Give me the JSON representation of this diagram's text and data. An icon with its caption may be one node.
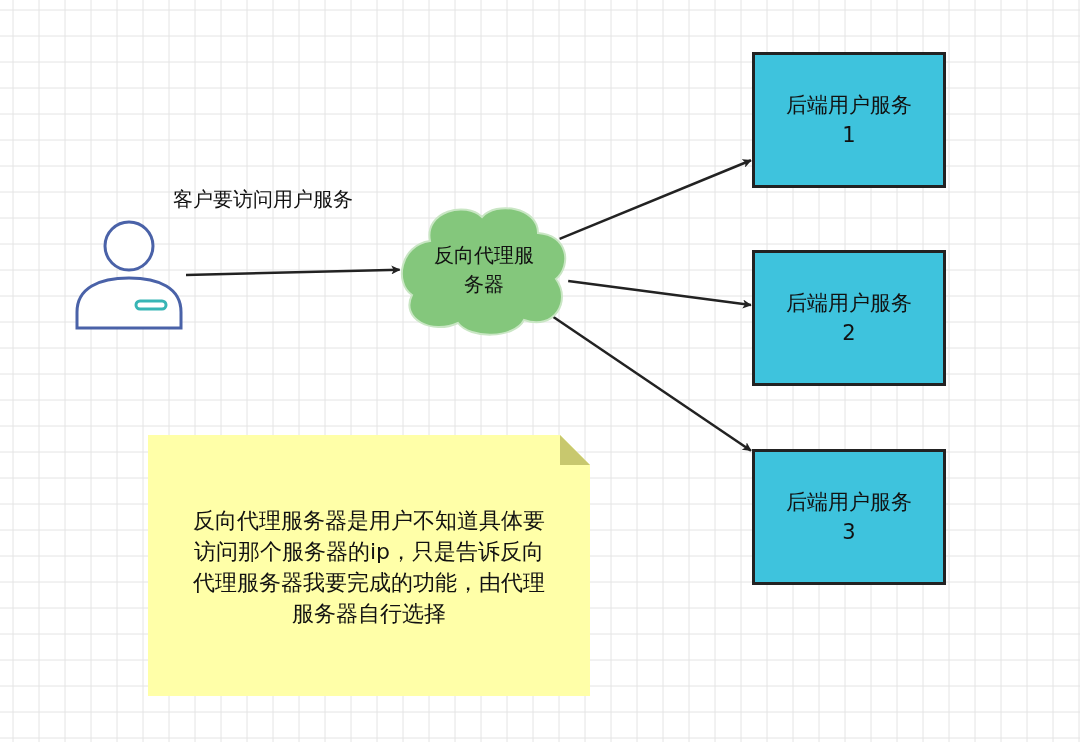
{
  "diagram": {
    "nodes": [
      {
        "text": [],
        "shape": "person"
      },
      {
        "text": [
          "反向代理服务器"
        ]
      },
      {
        "text": [
          "后端用户服务 1"
        ]
      },
      {
        "text": [
          "后端用户服务 2"
        ]
      },
      {
        "text": [
          "后端用户服务 3"
        ]
      },
      {
        "text": [
          "反向代理服务器是用户不知道具体要访问那个服务器的ip，只是告诉反向代理服务器我要完成的功能，由代理服务器自行选择"
        ]
      }
    ],
    "edges": [
      {
        "from": 0,
        "to": 1,
        "arrow": "to",
        "label": "客户要访问用户服务"
      },
      {
        "from": 1,
        "to": 2,
        "arrow": "to"
      },
      {
        "from": 1,
        "to": 3,
        "arrow": "to"
      },
      {
        "from": 1,
        "to": 4,
        "arrow": "to"
      }
    ]
  }
}
